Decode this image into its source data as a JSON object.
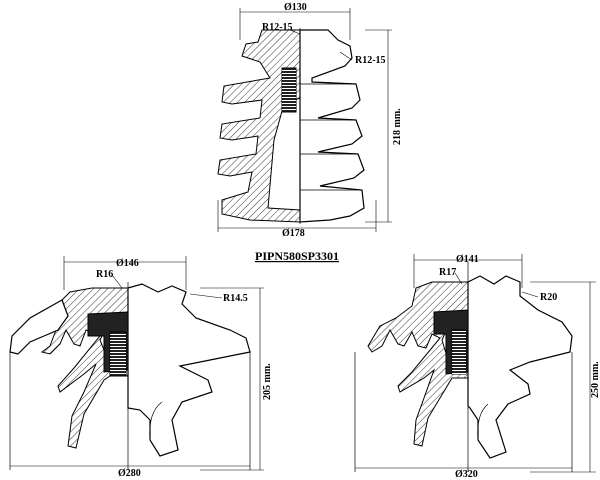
{
  "title": "PIPN580SP3301",
  "insulators": [
    {
      "id": "top",
      "top_diameter": "Ø130",
      "bottom_diameter": "Ø178",
      "height": "218 mm.",
      "radius_left": "R12-15",
      "radius_right": "R12-15"
    },
    {
      "id": "bottom-left",
      "top_diameter": "Ø146",
      "bottom_diameter": "Ø280",
      "height": "205 mm.",
      "radius_left": "R16",
      "radius_right": "R14.5"
    },
    {
      "id": "bottom-right",
      "top_diameter": "Ø141",
      "bottom_diameter": "Ø320",
      "height": "250 mm.",
      "radius_left": "R17",
      "radius_right": "R20"
    }
  ]
}
